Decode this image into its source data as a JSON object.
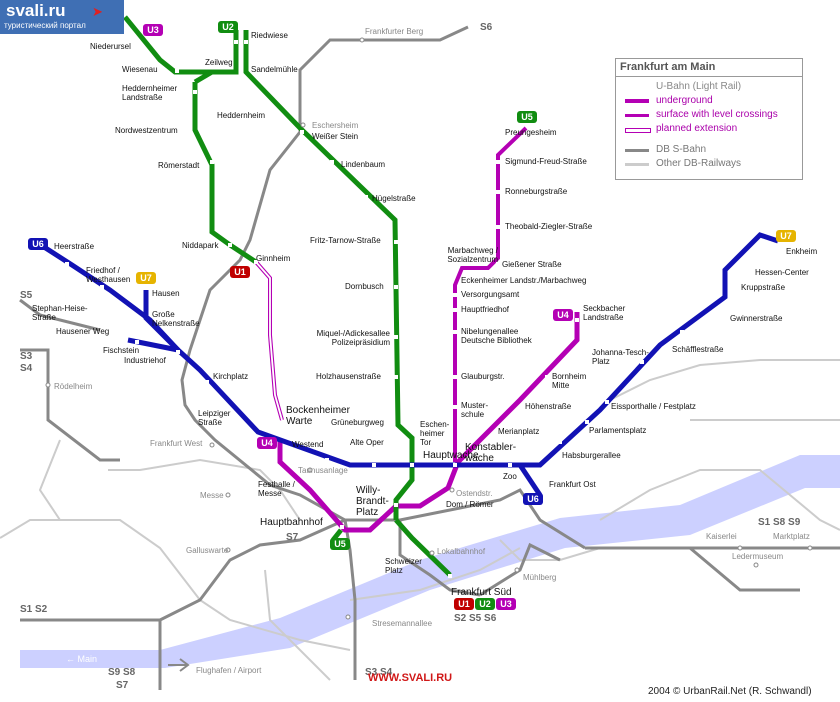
{
  "logo": {
    "name": "svali.ru",
    "tagline": "туристический портал"
  },
  "legend": {
    "title": "Frankfurt am Main",
    "ubahn": "U-Bahn (Light Rail)",
    "underground": "underground",
    "surface": "surface with level crossings",
    "planned": "planned extension",
    "sbahn": "DB S-Bahn",
    "other": "Other DB-Railways"
  },
  "colors": {
    "u_green": "#118d11",
    "u_magenta": "#b400b4",
    "u_blue": "#1212b4",
    "u_red": "#c00000",
    "u_yellow": "#e6b400",
    "river": "#ccd0ff",
    "sbahn": "#888888",
    "other_db": "#cccccc"
  },
  "badges": {
    "u1": "U1",
    "u2": "U2",
    "u3": "U3",
    "u4": "U4",
    "u5": "U5",
    "u6": "U6",
    "u7": "U7"
  },
  "sbahn": {
    "s6": "S6",
    "s5": "S5",
    "s3": "S3",
    "s4": "S4",
    "s7": "S7",
    "s1s8s9": "S1  S8  S9",
    "s1s2": "S1  S2",
    "s2s5s6": "S2  S5  S6",
    "s9s8": "S9  S8",
    "s3s4": "S3  S4"
  },
  "stations": {
    "niederursel": "Niederursel",
    "wiesenau": "Wiesenau",
    "zeilweg": "Zeilweg",
    "riedwiese": "Riedwiese",
    "sandelmuehle": "Sandelmühle",
    "frankfurter_berg": "Frankfurter Berg",
    "heddernheimer_landstr": "Heddernheimer\nLandstraße",
    "heddernheim": "Heddernheim",
    "nordwestzentrum": "Nordwestzentrum",
    "eschersheim": "Eschersheim",
    "weisser_stein": "Weißer Stein",
    "roemerstadt": "Römerstadt",
    "lindenbaum": "Lindenbaum",
    "huegelstr": "Hügelstraße",
    "niddapark": "Niddapark",
    "ginnheim": "Ginnheim",
    "fritz_tarnow": "Fritz-Tarnow-Straße",
    "dornbusch": "Dornbusch",
    "miquel": "Miquel-/Adickesallee\nPolizeipräsidium",
    "holzhausenstr": "Holzhausenstraße",
    "preungesheim": "Preungesheim",
    "sigmund_freud": "Sigmund-Freud-Straße",
    "ronneburgstr": "Ronneburgstraße",
    "theobald": "Theobald-Ziegler-Straße",
    "marbachweg": "Marbachweg /\nSozialzentrum",
    "giessener": "Gießener Straße",
    "eckenheimer": "Eckenheimer Landstr./Marbachweg",
    "versorgungsamt": "Versorgungsamt",
    "hauptfriedhof": "Hauptfriedhof",
    "nibelungenallee": "Nibelungenallee\nDeutsche Bibliothek",
    "glauburgstr": "Glauburgstr.",
    "musterschule": "Muster-\nschule",
    "seckbacher": "Seckbacher\nLandstraße",
    "bornheim_mitte": "Bornheim\nMitte",
    "hoehenstr": "Höhenstraße",
    "merianplatz": "Merianplatz",
    "heerstr": "Heerstraße",
    "friedhof_westhausen": "Friedhof /\nWesthausen",
    "hausen": "Hausen",
    "stephan_heise": "Stephan-Heise-\nStraße",
    "grosse_nelken": "Große\nNelkenstraße",
    "hausener_weg": "Hausener Weg",
    "fischstein": "Fischstein",
    "industriehof": "Industriehof",
    "kirchplatz": "Kirchplatz",
    "roedelheim": "Rödelheim",
    "leipziger": "Leipziger\nStraße",
    "bockenheimer_warte": "Bockenheimer\nWarte",
    "grueneburgweg": "Grüneburgweg",
    "eschenheimer_tor": "Eschen-\nheimer\nTor",
    "alte_oper": "Alte Oper",
    "westend": "Westend",
    "hauptwache": "Hauptwache",
    "konstablerwache": "Konstabler-\nwache",
    "frankfurt_west": "Frankfurt West",
    "taunusanlage": "Taunusanlage",
    "zoo": "Zoo",
    "festhalle": "Festhalle /\nMesse",
    "messe": "Messe",
    "willy_brandt": "Willy-\nBrandt-\nPlatz",
    "ostendstr": "Ostendstr.",
    "dom_roemer": "Dom / Römer",
    "frankfurt_ost": "Frankfurt Ost",
    "hauptbahnhof": "Hauptbahnhof",
    "galluswarte": "Galluswarte",
    "lokalbahnhof": "Lokalbahnhof",
    "schweizer_platz": "Schweizer\nPlatz",
    "muehlberg": "Mühlberg",
    "frankfurt_sued": "Frankfurt Süd",
    "stresemannallee": "Stresemannallee",
    "flughafen": "Flughafen / Airport",
    "kaiserlei": "Kaiserlei",
    "marktplatz": "Marktplatz",
    "ledermuseum": "Ledermuseum",
    "enkheim": "Enkheim",
    "hessen_center": "Hessen-Center",
    "kruppstr": "Kruppstraße",
    "gwinnerstr": "Gwinnerstraße",
    "schaefflestr": "Schäfflestraße",
    "johanna_tesch": "Johanna-Tesch-\nPlatz",
    "eissporthalle": "Eissporthalle / Festplatz",
    "parlamentsplatz": "Parlamentsplatz",
    "habsburgerallee": "Habsburgerallee"
  },
  "labels": {
    "main": "← Main",
    "watermark": "WWW.SVALI.RU",
    "copyright": "2004 © UrbanRail.Net (R. Schwandl)"
  }
}
